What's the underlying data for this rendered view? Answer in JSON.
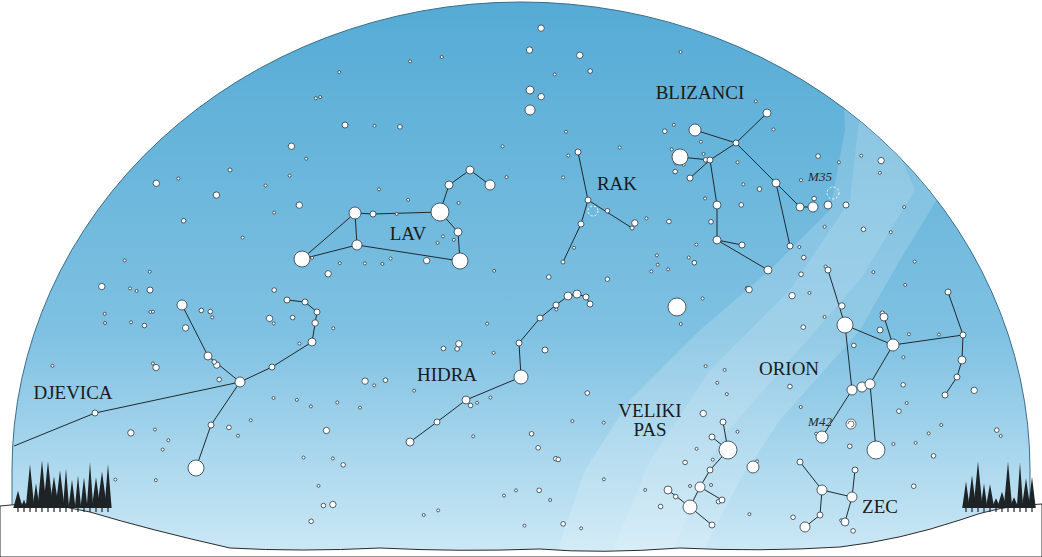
{
  "diagram": {
    "labels": [
      "BLIZANCI",
      "M35",
      "RAK",
      "LAV",
      "ORION",
      "HIDRA",
      "M42",
      "VELIKI PAS",
      "DJEVICA",
      "ZEC"
    ]
  }
}
